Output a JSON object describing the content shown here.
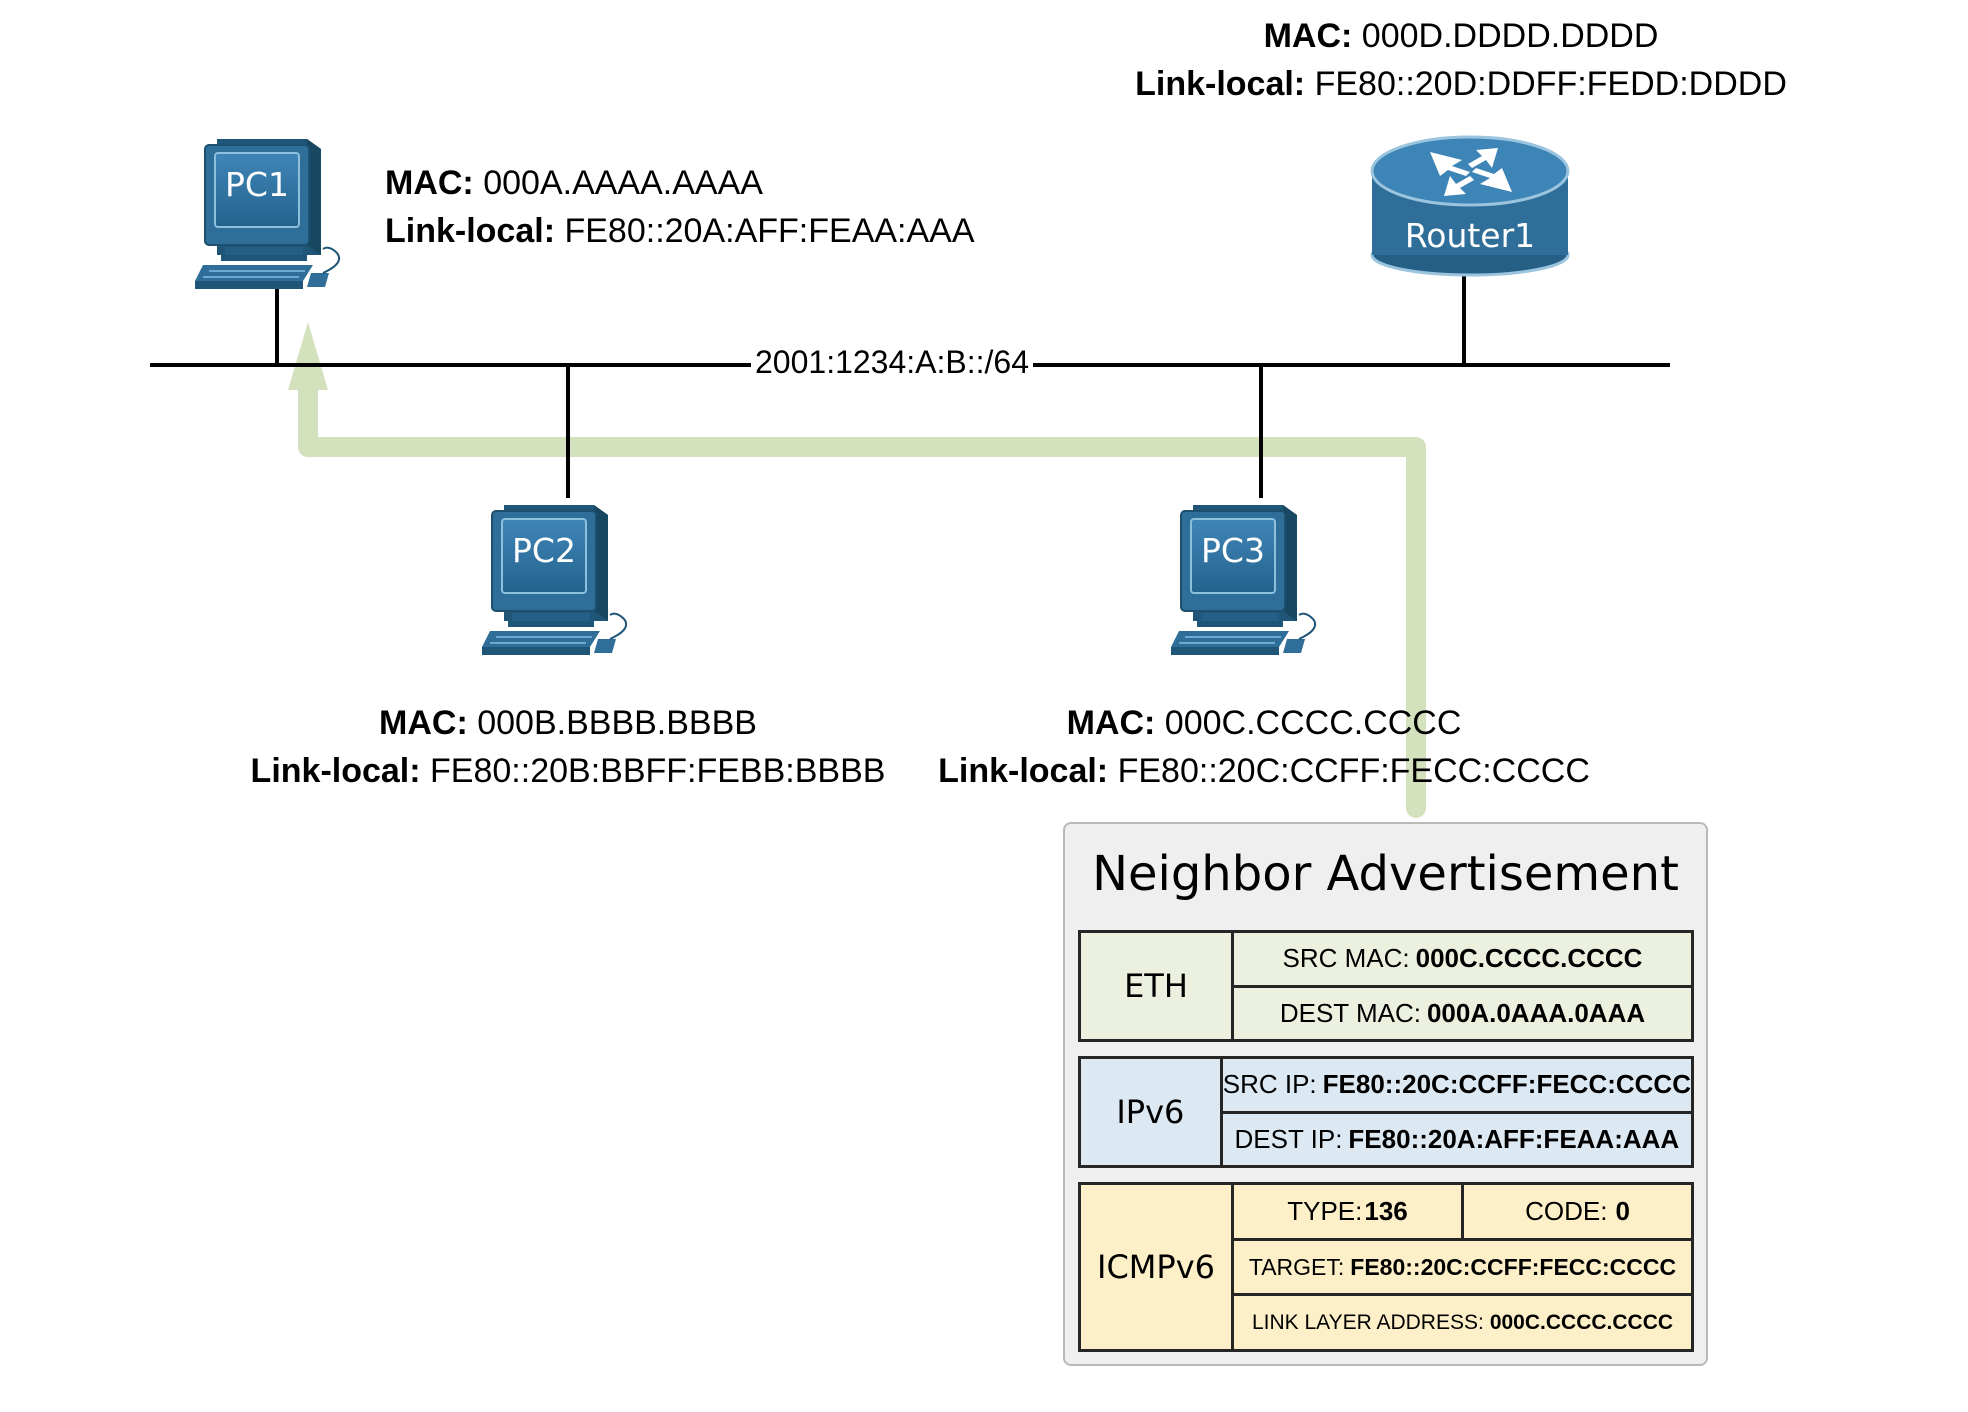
{
  "network": {
    "segment": "2001:1234:A:B::/64"
  },
  "hosts": {
    "pc1": {
      "name": "PC1",
      "mac_key": "MAC:",
      "mac": "000A.AAAA.AAAA",
      "ll_key": "Link-local:",
      "ll": "FE80::20A:AFF:FEAA:AAA"
    },
    "pc2": {
      "name": "PC2",
      "mac_key": "MAC:",
      "mac": "000B.BBBB.BBBB",
      "ll_key": "Link-local:",
      "ll": "FE80::20B:BBFF:FEBB:BBBB"
    },
    "pc3": {
      "name": "PC3",
      "mac_key": "MAC:",
      "mac": "000C.CCCC.CCCC",
      "ll_key": "Link-local:",
      "ll": "FE80::20C:CCFF:FECC:CCCC"
    },
    "router1": {
      "name": "Router1",
      "mac_key": "MAC:",
      "mac": "000D.DDDD.DDDD",
      "ll_key": "Link-local:",
      "ll": "FE80::20D:DDFF:FEDD:DDDD"
    }
  },
  "packet": {
    "title": "Neighbor Advertisement",
    "eth": {
      "name": "ETH",
      "src_key": "SRC MAC:",
      "src": "000C.CCCC.CCCC",
      "dst_key": "DEST MAC:",
      "dst": "000A.0AAA.0AAA"
    },
    "ipv6": {
      "name": "IPv6",
      "src_key": "SRC IP:",
      "src": "FE80::20C:CCFF:FECC:CCCC",
      "dst_key": "DEST IP:",
      "dst": "FE80::20A:AFF:FEAA:AAA"
    },
    "icmpv6": {
      "name": "ICMPv6",
      "type_key": "TYPE:",
      "type": "136",
      "code_key": "CODE:",
      "code": "0",
      "target_key": "TARGET:",
      "target": "FE80::20C:CCFF:FECC:CCCC",
      "lla_key": "LINK LAYER ADDRESS:",
      "lla": "000C.CCCC.CCCC"
    }
  },
  "colors": {
    "device": "#2e6e98",
    "device_light": "#5f9fc7",
    "arrow": "#d3e1bd",
    "eth_bg": "#ebf1de",
    "ipv6_bg": "#dce8f2",
    "icmp_bg": "#fdf0c8"
  }
}
